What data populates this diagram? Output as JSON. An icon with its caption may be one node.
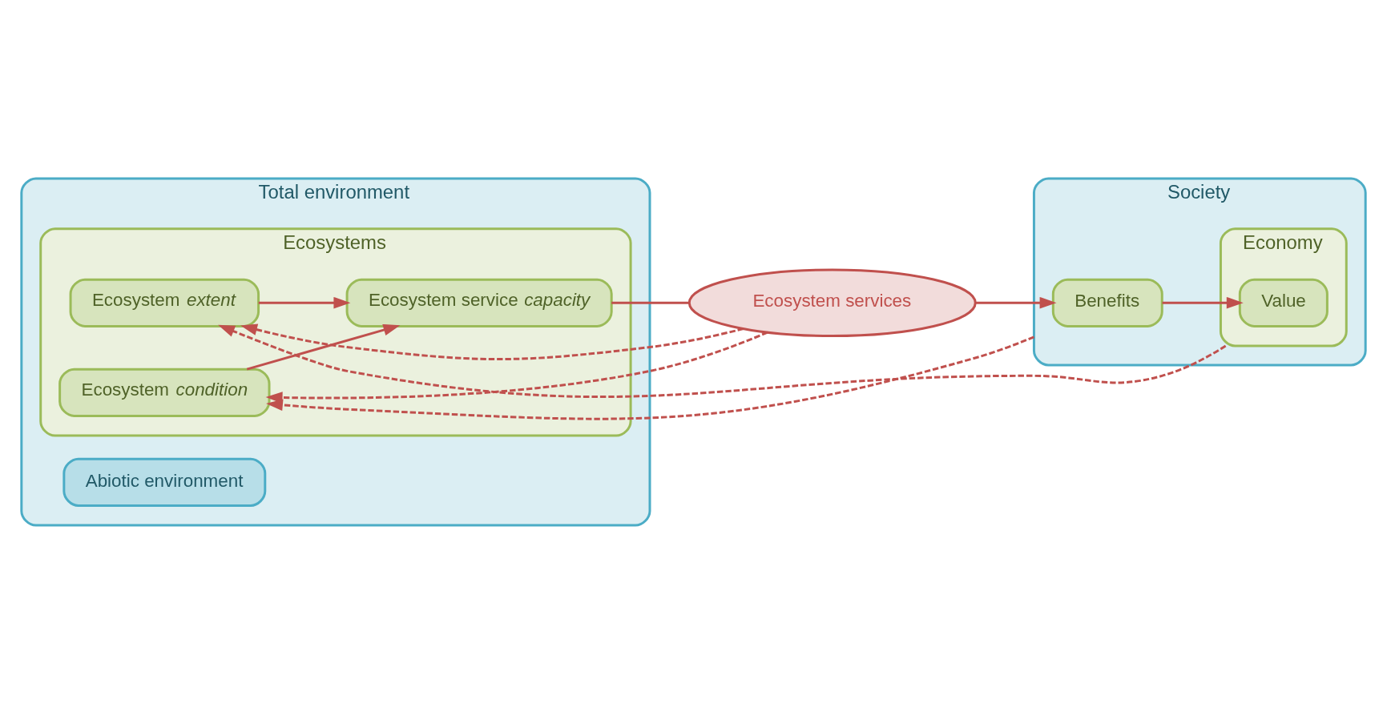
{
  "diagram": {
    "nodes": [
      {
        "text": [
          "Total environment"
        ]
      },
      {
        "text": [
          "Ecosystems"
        ],
        "in": 0
      },
      {
        "text": [
          "Ecosystem *extent*"
        ],
        "in": 1
      },
      {
        "text": [
          "Ecosystem service *capacity*"
        ],
        "in": 1
      },
      {
        "text": [
          "Ecosystem *condition*"
        ],
        "in": 1
      },
      {
        "text": [
          "Abiotic environment"
        ],
        "in": 0
      },
      {
        "text": [
          "Ecosystem services"
        ]
      },
      {
        "text": [
          "Society"
        ]
      },
      {
        "text": [
          "Economy"
        ],
        "in": 7
      },
      {
        "text": [
          "Benefits"
        ],
        "in": 7
      },
      {
        "text": [
          "Value"
        ],
        "in": 8
      }
    ],
    "edges": [
      {
        "from": 2,
        "to": 3,
        "arrow": "to"
      },
      {
        "from": 4,
        "to": 3,
        "arrow": "to"
      },
      {
        "from": 3,
        "to": 6,
        "arrow": "none"
      },
      {
        "from": 6,
        "to": 9,
        "arrow": "to"
      },
      {
        "from": 9,
        "to": 10,
        "arrow": "to"
      },
      {
        "from": 6,
        "to": 2,
        "arrow": "to",
        "style": "dashed"
      },
      {
        "from": 6,
        "to": 4,
        "arrow": "to",
        "style": "dashed"
      },
      {
        "from": 8,
        "to": 2,
        "arrow": "to",
        "style": "dashed"
      },
      {
        "from": 7,
        "to": 4,
        "arrow": "to",
        "style": "dashed"
      }
    ]
  }
}
